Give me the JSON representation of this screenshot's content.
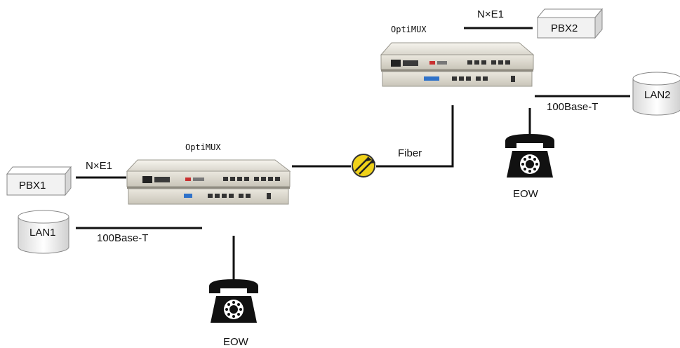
{
  "devices": {
    "mux_left_label": "OptiMUX",
    "mux_right_label": "OptiMUX"
  },
  "endpoints": {
    "pbx1": "PBX1",
    "pbx2": "PBX2",
    "lan1": "LAN1",
    "lan2": "LAN2"
  },
  "links": {
    "ne1_left": "N×E1",
    "ne1_right": "N×E1",
    "eth_left": "100Base-T",
    "eth_right": "100Base-T",
    "fiber": "Fiber"
  },
  "phones": {
    "left": "EOW",
    "right": "EOW"
  }
}
